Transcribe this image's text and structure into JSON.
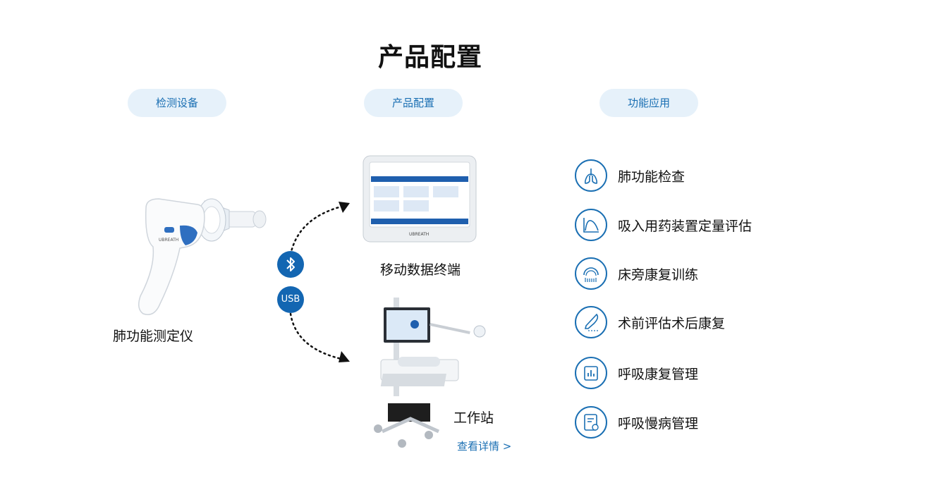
{
  "title": "产品配置",
  "tabs": [
    {
      "label": "检测设备"
    },
    {
      "label": "产品配置"
    },
    {
      "label": "功能应用"
    }
  ],
  "device": {
    "label": "肺功能测定仪",
    "brand": "UBREATH"
  },
  "connections": {
    "bluetooth_icon": "bluetooth-icon",
    "usb": "USB"
  },
  "terminal": {
    "label": "移动数据终端",
    "brand": "UBREATH"
  },
  "workstation": {
    "label": "工作站",
    "more_link": "查看详情 >"
  },
  "features": [
    {
      "label": "肺功能检查",
      "icon": "lungs-icon"
    },
    {
      "label": "吸入用药装置定量评估",
      "icon": "flow-curve-icon"
    },
    {
      "label": "床旁康复训练",
      "icon": "gauge-icon"
    },
    {
      "label": "术前评估术后康复",
      "icon": "scalpel-icon"
    },
    {
      "label": "呼吸康复管理",
      "icon": "chart-icon"
    },
    {
      "label": "呼吸慢病管理",
      "icon": "record-icon"
    }
  ],
  "colors": {
    "accent": "#1a6fb3",
    "pill_bg": "#e6f1fa",
    "dark_blue": "#1366b2"
  }
}
